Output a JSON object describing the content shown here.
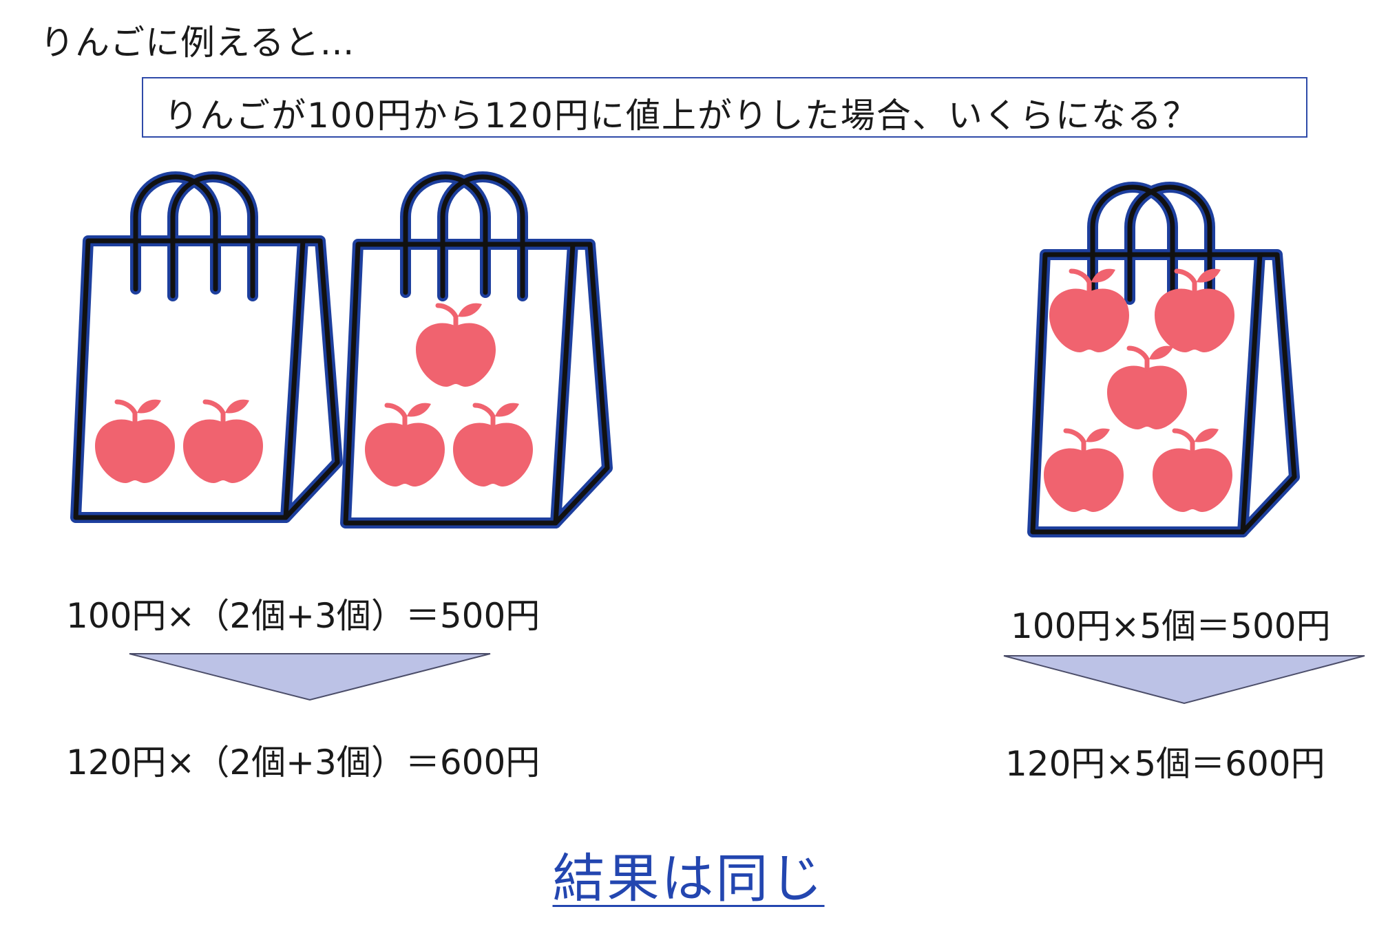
{
  "intro": "りんごに例えると…",
  "question": "りんごが100円から120円に値上がりした場合、いくらになる？",
  "left": {
    "eq_before": "100円×（2個+3個）＝500円",
    "eq_after": "120円×（2個+3個）＝600円",
    "bag1_apples": 2,
    "bag2_apples": 3
  },
  "right": {
    "eq_before": "100円×5個＝500円",
    "eq_after": "120円×5個＝600円",
    "bag_apples": 5
  },
  "conclusion": "結果は同じ",
  "colors": {
    "bag_outline": "#1d3f9e",
    "apple": "#f0636f",
    "arrow": "#bcc2e6"
  },
  "icons": [
    "shopping-bag-icon",
    "apple-icon",
    "down-arrow"
  ]
}
